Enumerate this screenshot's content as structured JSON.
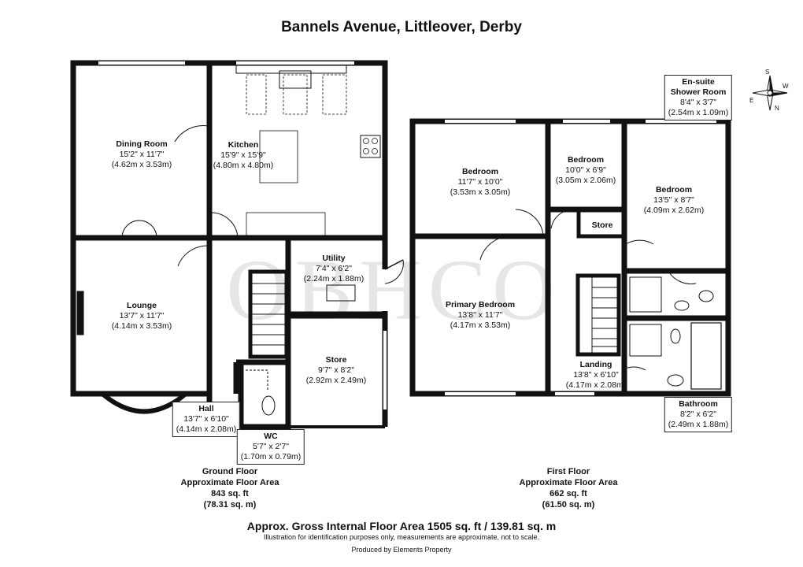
{
  "title": "Bannels Avenue, Littleover, Derby",
  "rooms": {
    "dining": {
      "name": "Dining Room",
      "imperial": "15'2\" x 11'7\"",
      "metric": "(4.62m x 3.53m)"
    },
    "kitchen": {
      "name": "Kitchen",
      "imperial": "15'9\" x 15'9\"",
      "metric": "(4.80m x 4.80m)"
    },
    "lounge": {
      "name": "Lounge",
      "imperial": "13'7\" x 11'7\"",
      "metric": "(4.14m x 3.53m)"
    },
    "utility": {
      "name": "Utility",
      "imperial": "7'4\" x 6'2\"",
      "metric": "(2.24m x 1.88m)"
    },
    "store_ground": {
      "name": "Store",
      "imperial": "9'7\" x 8'2\"",
      "metric": "(2.92m x 2.49m)"
    },
    "hall": {
      "name": "Hall",
      "imperial": "13'7\" x 6'10\"",
      "metric": "(4.14m x 2.08m)"
    },
    "wc": {
      "name": "WC",
      "imperial": "5'7\" x 2'7\"",
      "metric": "(1.70m x 0.79m)"
    },
    "bedroom1": {
      "name": "Bedroom",
      "imperial": "11'7\" x 10'0\"",
      "metric": "(3.53m x 3.05m)"
    },
    "bedroom2": {
      "name": "Bedroom",
      "imperial": "10'0\" x 6'9\"",
      "metric": "(3.05m x 2.06m)"
    },
    "bedroom3": {
      "name": "Bedroom",
      "imperial": "13'5\" x 8'7\"",
      "metric": "(4.09m x 2.62m)"
    },
    "store_first": {
      "name": "Store"
    },
    "primary": {
      "name": "Primary Bedroom",
      "imperial": "13'8\" x 11'7\"",
      "metric": "(4.17m x 3.53m)"
    },
    "landing": {
      "name": "Landing",
      "imperial": "13'8\" x 6'10\"",
      "metric": "(4.17m x 2.08m)"
    },
    "ensuite": {
      "name": "En-suite",
      "name2": "Shower Room",
      "imperial": "8'4\" x 3'7\"",
      "metric": "(2.54m x 1.09m)"
    },
    "bathroom": {
      "name": "Bathroom",
      "imperial": "8'2\" x 6'2\"",
      "metric": "(2.49m x 1.88m)"
    }
  },
  "ground_floor": {
    "line1": "Ground Floor",
    "line2": "Approximate Floor Area",
    "line3": "843 sq. ft",
    "line4": "(78.31 sq. m)"
  },
  "first_floor": {
    "line1": "First Floor",
    "line2": "Approximate Floor Area",
    "line3": "662 sq. ft",
    "line4": "(61.50 sq. m)"
  },
  "gross_area": "Approx. Gross Internal Floor Area 1505 sq. ft / 139.81 sq. m",
  "disclaimer": "Illustration for identification purposes only, measurements are approximate, not to scale.",
  "produced_by": "Produced by Elements Property",
  "watermark": "OBHCO",
  "compass": {
    "n": "N",
    "s": "S",
    "e": "E",
    "w": "W"
  }
}
